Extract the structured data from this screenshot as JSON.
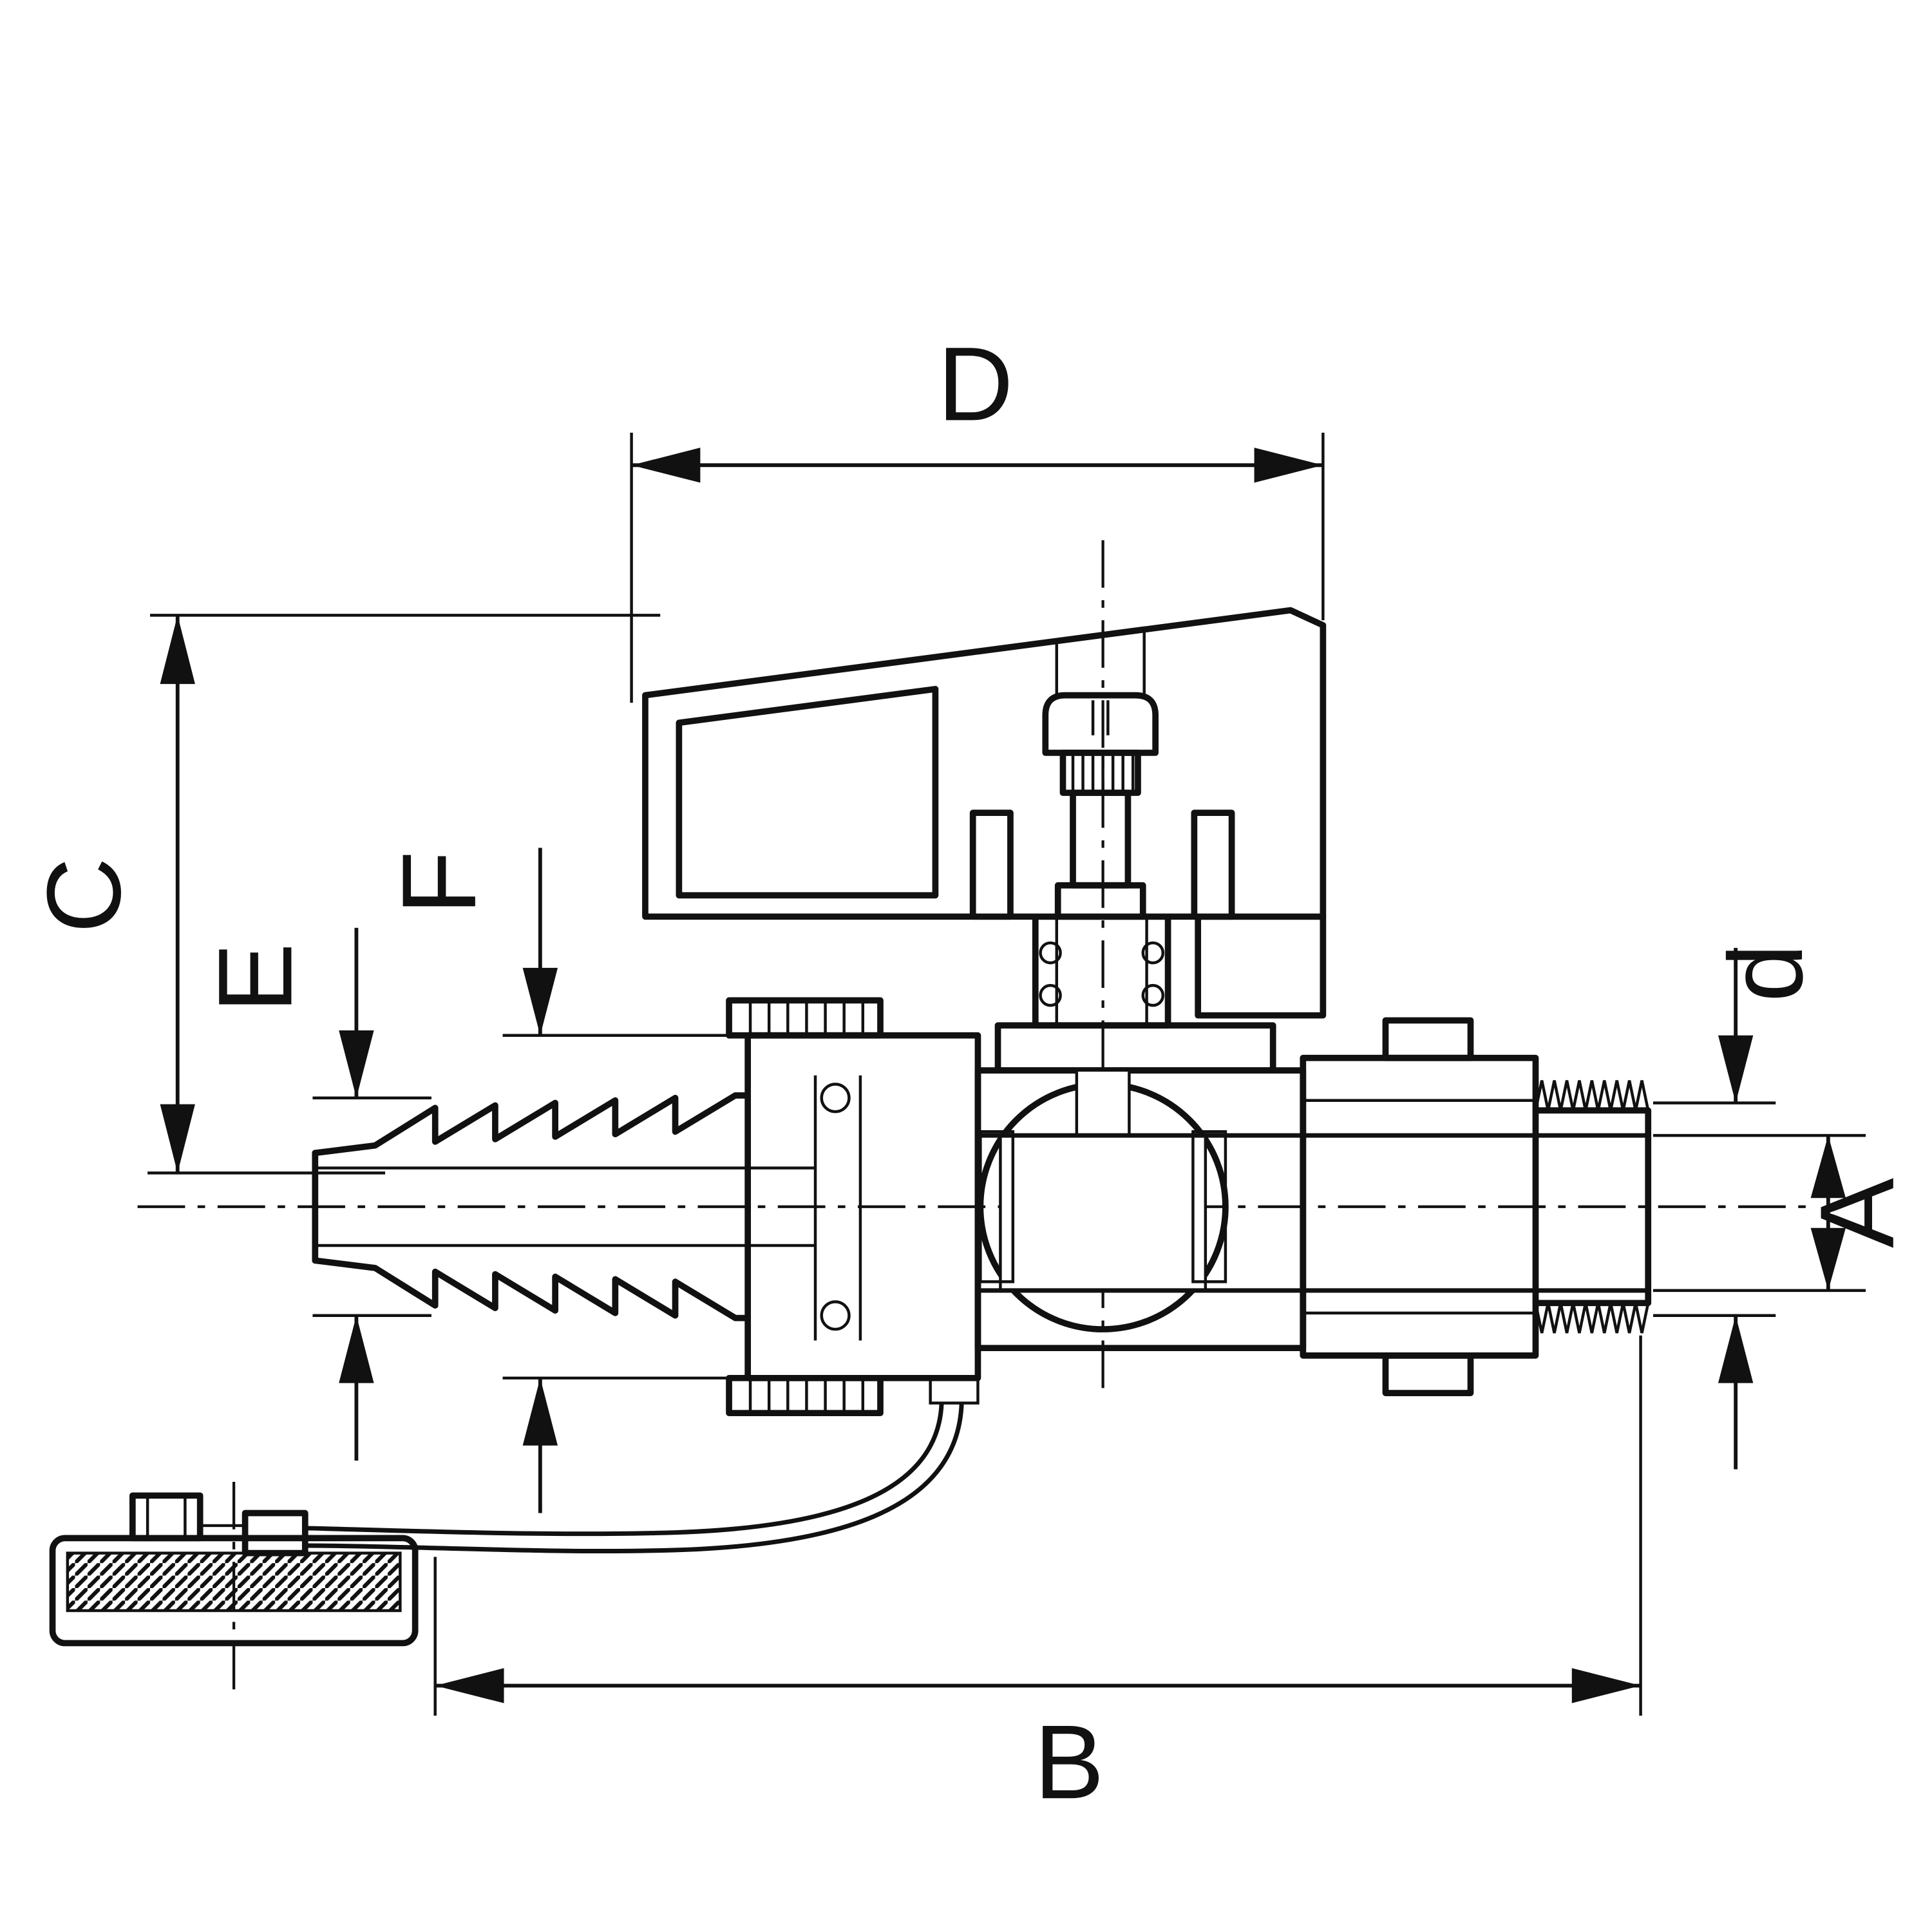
{
  "canvas": {
    "background": "#ffffff",
    "ink": "#111111"
  },
  "drawing": {
    "kind": "sectioned ball valve with hose tail, male thread and drain cap on lanyard"
  },
  "dimension_labels": {
    "handle_width": "D",
    "total_height": "C",
    "hose_nozzle_diameter": "E",
    "union_nut_diameter": "F",
    "thread_diameter": "d",
    "bore_diameter": "A",
    "total_length": "B"
  }
}
